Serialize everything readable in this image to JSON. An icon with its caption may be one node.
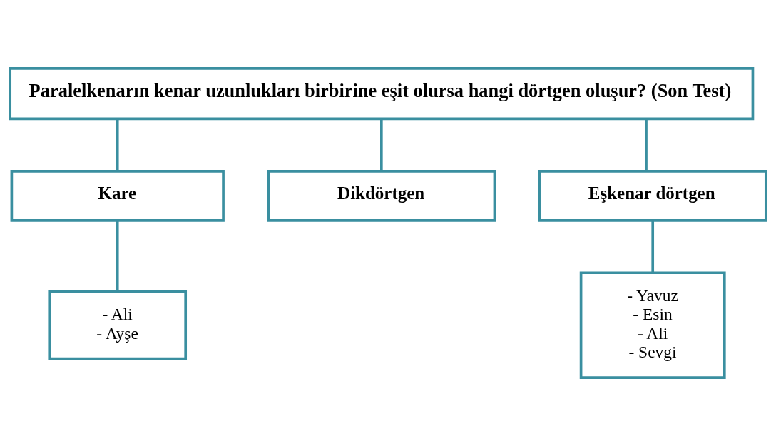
{
  "diagram": {
    "nodes": [
      {
        "text": [
          "Paralelkenarın kenar uzunlukları birbirine eşit olursa hangi dörtgen oluşur? (Son Test)"
        ]
      },
      {
        "text": [
          "Kare"
        ]
      },
      {
        "text": [
          "Dikdörtgen"
        ]
      },
      {
        "text": [
          "Eşkenar dörtgen"
        ]
      },
      {
        "text": [
          "- Ali",
          "- Ayşe"
        ]
      },
      {
        "text": [
          "- Yavuz",
          "- Esin",
          "- Ali",
          "- Sevgi"
        ]
      }
    ],
    "edges": [
      {
        "from": 0,
        "to": 1,
        "arrow": "none"
      },
      {
        "from": 0,
        "to": 2,
        "arrow": "none"
      },
      {
        "from": 0,
        "to": 3,
        "arrow": "none"
      },
      {
        "from": 1,
        "to": 4,
        "arrow": "none"
      },
      {
        "from": 3,
        "to": 5,
        "arrow": "none"
      }
    ]
  }
}
